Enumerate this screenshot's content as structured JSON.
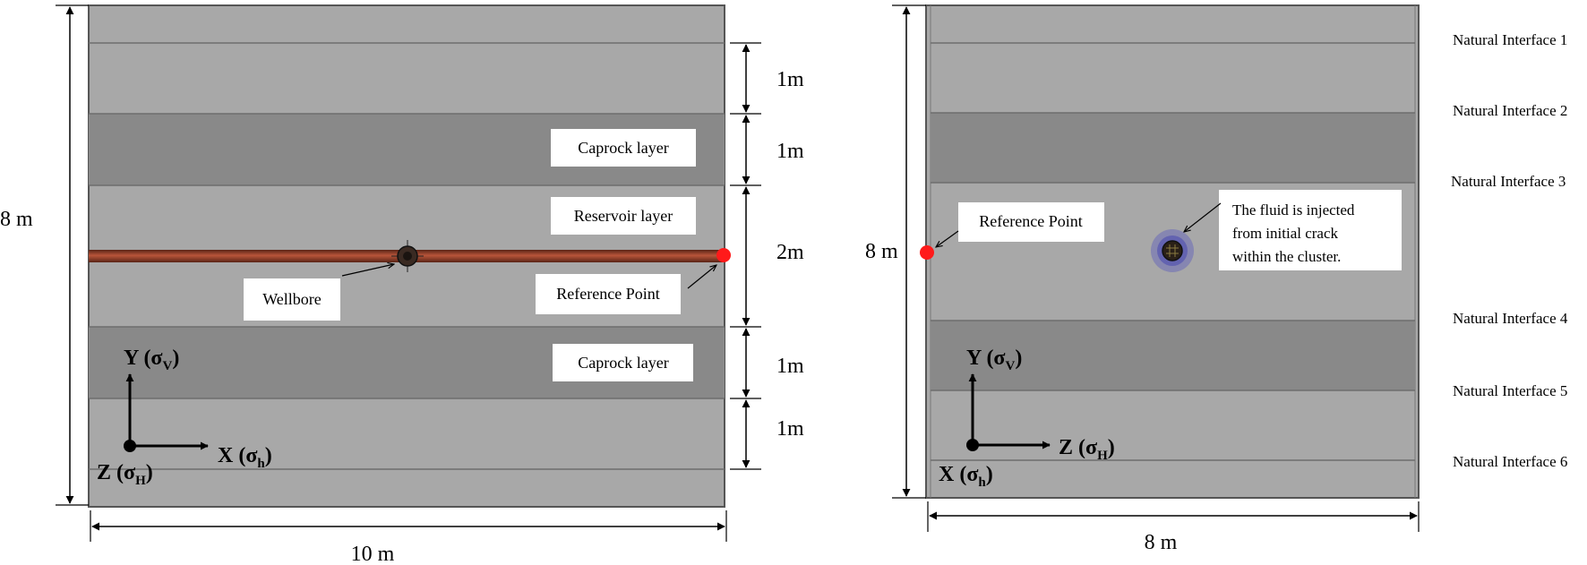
{
  "left_panel": {
    "height_label": "8 m",
    "width_label": "10 m",
    "layer_thickness": [
      "1m",
      "1m",
      "2m",
      "1m",
      "1m"
    ],
    "labels": {
      "caprock_top": "Caprock layer",
      "reservoir": "Reservoir layer",
      "caprock_bottom": "Caprock layer",
      "wellbore": "Wellbore",
      "reference_point": "Reference Point"
    },
    "axes": {
      "y": "Y (σ",
      "y_sub": "V",
      "x": "X (σ",
      "x_sub": "h",
      "z": "Z (σ",
      "z_sub": "H",
      "close": ")"
    }
  },
  "right_panel": {
    "height_label": "8 m",
    "width_label": "8 m",
    "reference_point": "Reference Point",
    "injection_note": [
      "The fluid is injected",
      "from initial crack",
      "within the cluster."
    ],
    "natural_interfaces": [
      "Natural Interface 1",
      "Natural Interface 2",
      "Natural Interface 3",
      "Natural Interface 4",
      "Natural Interface 5",
      "Natural Interface 6"
    ],
    "axes": {
      "y": "Y (σ",
      "y_sub": "V",
      "z": "Z (σ",
      "z_sub": "H",
      "x": "X (σ",
      "x_sub": "h",
      "close": ")"
    }
  },
  "colors": {
    "background": "#ffffff",
    "reservoir_gray": "#a8a8a8",
    "caprock_gray": "#898989",
    "wellbore": "#8b3a22",
    "reference_point": "#ff1a1a",
    "injection_ring": "#6a6ab8"
  }
}
